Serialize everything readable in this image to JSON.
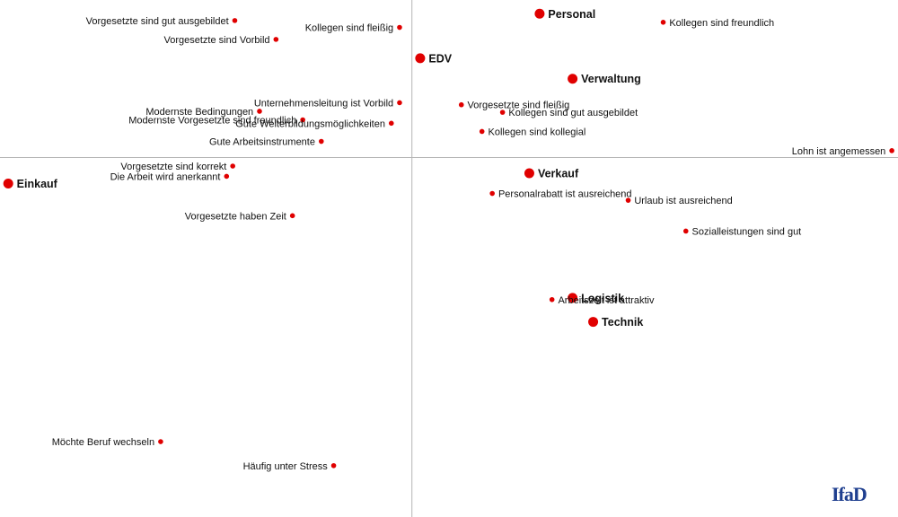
{
  "chart_data": {
    "type": "scatter",
    "title": "",
    "xlabel": "",
    "ylabel": "",
    "xlim": [
      -1,
      1.18
    ],
    "ylim": [
      -1.05,
      0.46
    ],
    "grid": false,
    "axes": "crosshair-at-origin",
    "point_color": "#e00000",
    "label_color": "#111111",
    "series": [
      {
        "kind": "major",
        "points": [
          {
            "label": "Personal",
            "x": 0.31,
            "y": 0.42
          },
          {
            "label": "EDV",
            "x": 0.02,
            "y": 0.29
          },
          {
            "label": "Verwaltung",
            "x": 0.39,
            "y": 0.23
          },
          {
            "label": "Einkauf",
            "x": -0.98,
            "y": -0.076
          },
          {
            "label": "Verkauf",
            "x": 0.285,
            "y": -0.046
          },
          {
            "label": "Logistik",
            "x": 0.39,
            "y": -0.41
          },
          {
            "label": "Technik",
            "x": 0.44,
            "y": -0.48
          }
        ]
      },
      {
        "kind": "minor",
        "points": [
          {
            "label": "Vorgesetzte sind gut ausgebildet",
            "x": -0.43,
            "y": 0.4
          },
          {
            "label": "Vorgesetzte sind Vorbild",
            "x": -0.33,
            "y": 0.345
          },
          {
            "label": "Kollegen sind fleißig",
            "x": -0.03,
            "y": 0.38
          },
          {
            "label": "Kollegen sind freundlich",
            "x": 0.61,
            "y": 0.395
          },
          {
            "label": "Unternehmensleitung ist Vorbild",
            "x": -0.03,
            "y": 0.16
          },
          {
            "label": "Modernste Bedingungen",
            "x": -0.37,
            "y": 0.135
          },
          {
            "label": "Modernste Vorgesetzte sind freundlich",
            "x": -0.265,
            "y": 0.11
          },
          {
            "label": "Gute Weiterbildungsmöglichkeiten",
            "x": -0.05,
            "y": 0.1
          },
          {
            "label": "Gute Arbeitsinstrumente",
            "x": -0.22,
            "y": 0.047
          },
          {
            "label": "Vorgesetzte sind fleißig",
            "x": 0.12,
            "y": 0.154
          },
          {
            "label": "Kollegen sind gut ausgebildet",
            "x": 0.22,
            "y": 0.132
          },
          {
            "label": "Kollegen sind kollegial",
            "x": 0.17,
            "y": 0.076
          },
          {
            "label": "Lohn ist angemessen",
            "x": 1.165,
            "y": 0.02
          },
          {
            "label": "Vorgesetzte sind korrekt",
            "x": -0.435,
            "y": -0.025
          },
          {
            "label": "Die Arbeit wird anerkannt",
            "x": -0.45,
            "y": -0.055
          },
          {
            "label": "Vorgesetzte haben Zeit",
            "x": -0.29,
            "y": -0.17
          },
          {
            "label": "Personalrabatt ist ausreichend",
            "x": 0.195,
            "y": -0.105
          },
          {
            "label": "Urlaub ist ausreichend",
            "x": 0.525,
            "y": -0.125
          },
          {
            "label": "Sozialleistungen sind gut",
            "x": 0.665,
            "y": -0.215
          },
          {
            "label": "Arbeitszeit ist attraktiv",
            "x": 0.34,
            "y": -0.415
          },
          {
            "label": "Möchte Beruf wechseln",
            "x": -0.61,
            "y": -0.83
          },
          {
            "label": "Häufig unter Stress",
            "x": -0.19,
            "y": -0.9
          }
        ]
      }
    ]
  },
  "logo": {
    "text": "IfaD",
    "color": "#1f3f8f"
  }
}
